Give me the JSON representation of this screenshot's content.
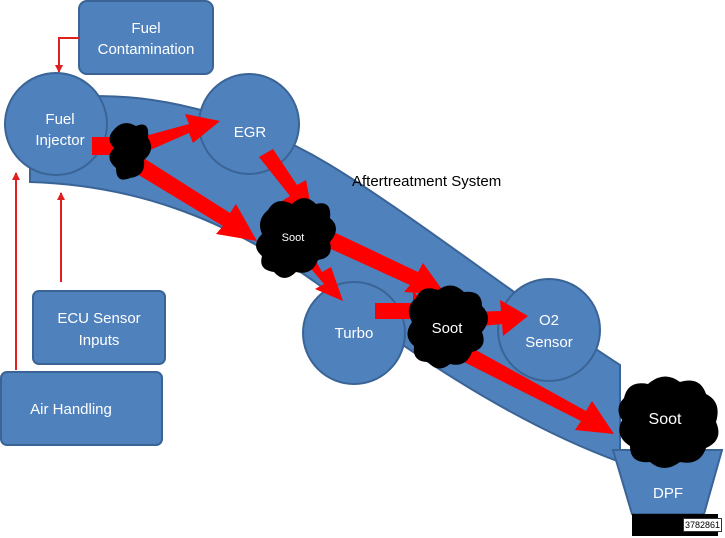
{
  "colors": {
    "node_fill": "#4f81bd",
    "node_stroke": "#3a6496",
    "arrow": "#ff0000",
    "soot": "#000000"
  },
  "boxes": {
    "fuel_contamination": {
      "line1": "Fuel",
      "line2": "Contamination"
    },
    "ecu_sensor_inputs": {
      "line1": "ECU Sensor",
      "line2": "Inputs"
    },
    "air_handling": {
      "line1": "Air Handling"
    }
  },
  "nodes": {
    "fuel_injector": {
      "line1": "Fuel",
      "line2": "Injector"
    },
    "egr": {
      "line1": "EGR"
    },
    "turbo": {
      "line1": "Turbo"
    },
    "o2_sensor": {
      "line1": "O2",
      "line2": "Sensor"
    },
    "dpf": {
      "line1": "DPF"
    }
  },
  "soot": {
    "center_small": "Soot",
    "middle": "Soot",
    "dpf": "Soot"
  },
  "labels": {
    "aftertreatment_system": "Aftertreatment System"
  },
  "figure_id": "3782861"
}
